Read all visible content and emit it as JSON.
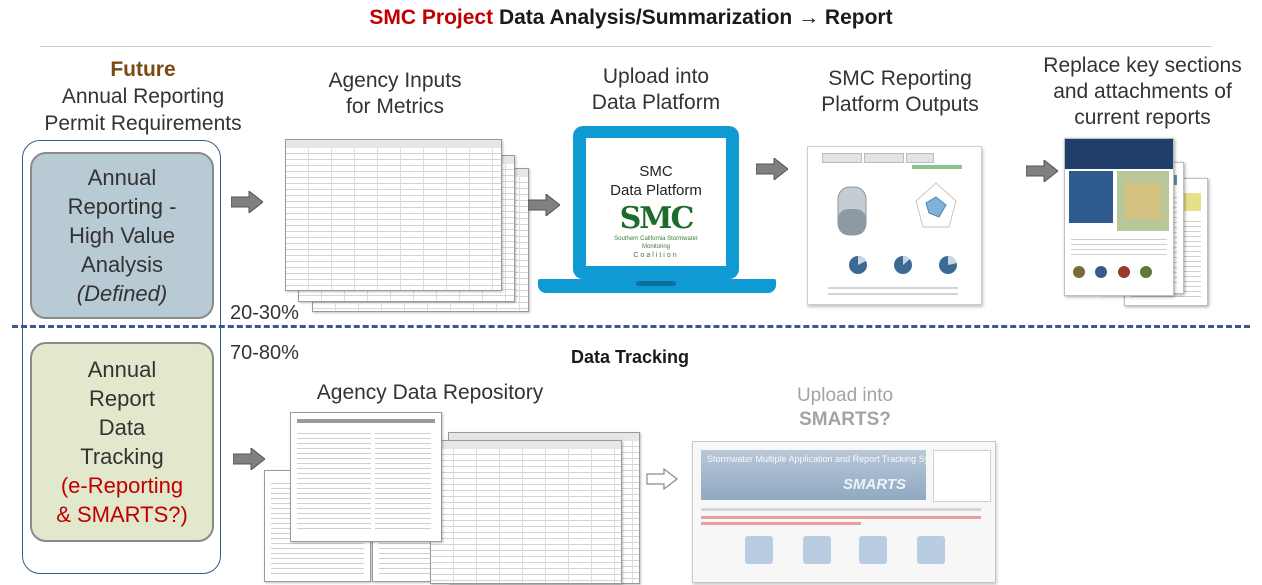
{
  "title": {
    "project": "SMC Project",
    "rest": "Data Analysis/Summarization → Report"
  },
  "left": {
    "future_label": "Future",
    "future_line2": "Annual Reporting",
    "future_line3": "Permit Requirements",
    "box1": {
      "line1": "Annual",
      "line2": "Reporting -",
      "line3": "High Value",
      "line4": "Analysis",
      "defined": "(Defined)",
      "close_paren": ")"
    },
    "box2": {
      "line1": "Annual",
      "line2": "Report",
      "line3": "Data",
      "line4": "Tracking",
      "line5": "(e-Reporting",
      "line6": "& SMARTS?)"
    },
    "pct_top": "20-30%",
    "pct_bottom": "70-80%"
  },
  "top_row": {
    "col1": {
      "line1": "Agency Inputs",
      "line2": "for Metrics"
    },
    "col2": {
      "line1": "Upload into",
      "line2": "Data Platform"
    },
    "col3": {
      "line1": "SMC Reporting",
      "line2": "Platform Outputs"
    },
    "col4": {
      "line1": "Replace key sections",
      "line2": "and attachments of",
      "line3": "current reports"
    },
    "laptop": {
      "line1": "SMC",
      "line2": "Data Platform",
      "logo": "SMC",
      "logo_tag": "Southern California Stormwater Monitoring",
      "logo_sub": "Coalition"
    }
  },
  "bottom_row": {
    "section_title": "Data Tracking",
    "repo_title": "Agency Data Repository",
    "smarts_line1": "Upload into",
    "smarts_line2": "SMARTS?",
    "smarts_screen_title": "Stormwater Multiple Application and Report Tracking System",
    "smarts_screen_logo": "SMARTS"
  },
  "colors": {
    "title_red": "#c00000",
    "future_brown": "#7a4a12",
    "box1_fill": "#b8cad4",
    "box2_fill": "#e1e8cc",
    "divider_blue": "#3b5a8c",
    "laptop_blue": "#0f9ad3",
    "arrow_grey": "#808080",
    "faded_grey": "#a3a3a3"
  }
}
